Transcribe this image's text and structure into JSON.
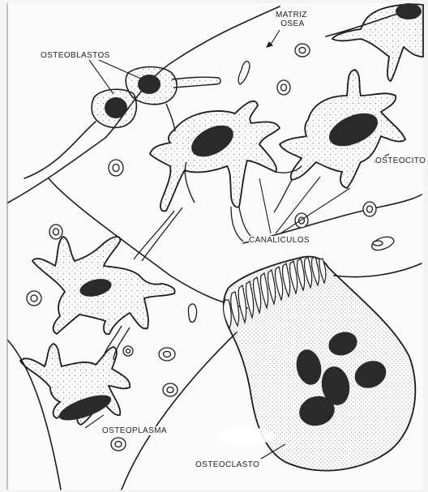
{
  "labels": {
    "matriz_line1": "MATRIZ",
    "matriz_line2": "OSEA",
    "osteoblastos": "OSTEOBLASTOS",
    "osteocito": "OSTEOCITO",
    "canaliculos": "CANALICULOS",
    "osteoplasma": "OSTEOPLASMA",
    "osteoclasto": "OSTEOCLASTO"
  },
  "colors": {
    "background": "#f4f4f2",
    "paper": "#fbfbf9",
    "ink": "#1c1c1c",
    "nucleus": "#2a2a2a",
    "stipple": "#6a6a6a"
  }
}
